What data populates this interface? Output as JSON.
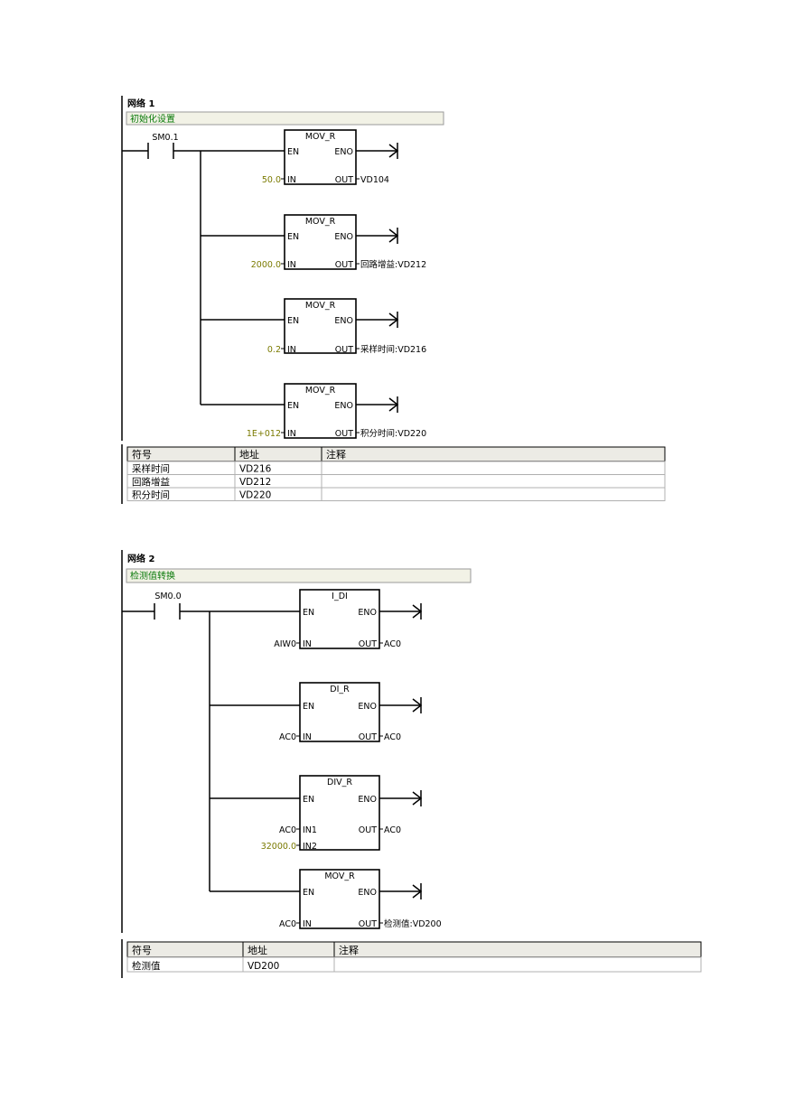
{
  "networks": [
    {
      "title": "网络 1",
      "comment": "初始化设置",
      "contact": "SM0.1",
      "blocks": [
        {
          "name": "MOV_R",
          "en": "EN",
          "eno": "ENO",
          "in_pins": [
            "IN"
          ],
          "out_pin": "OUT",
          "inputs": [
            "50.0"
          ],
          "output": "VD104"
        },
        {
          "name": "MOV_R",
          "en": "EN",
          "eno": "ENO",
          "in_pins": [
            "IN"
          ],
          "out_pin": "OUT",
          "inputs": [
            "2000.0"
          ],
          "output": "回路增益:VD212"
        },
        {
          "name": "MOV_R",
          "en": "EN",
          "eno": "ENO",
          "in_pins": [
            "IN"
          ],
          "out_pin": "OUT",
          "inputs": [
            "0.2"
          ],
          "output": "采样时间:VD216"
        },
        {
          "name": "MOV_R",
          "en": "EN",
          "eno": "ENO",
          "in_pins": [
            "IN"
          ],
          "out_pin": "OUT",
          "inputs": [
            "1E+012"
          ],
          "output": "积分时间:VD220"
        }
      ],
      "symbols": {
        "headers": [
          "符号",
          "地址",
          "注释"
        ],
        "rows": [
          [
            "采样时间",
            "VD216",
            ""
          ],
          [
            "回路增益",
            "VD212",
            ""
          ],
          [
            "积分时间",
            "VD220",
            ""
          ]
        ]
      }
    },
    {
      "title": "网络 2",
      "comment": "检测值转换",
      "contact": "SM0.0",
      "blocks": [
        {
          "name": "I_DI",
          "en": "EN",
          "eno": "ENO",
          "in_pins": [
            "IN"
          ],
          "out_pin": "OUT",
          "inputs": [
            "AIW0"
          ],
          "output": "AC0"
        },
        {
          "name": "DI_R",
          "en": "EN",
          "eno": "ENO",
          "in_pins": [
            "IN"
          ],
          "out_pin": "OUT",
          "inputs": [
            "AC0"
          ],
          "output": "AC0"
        },
        {
          "name": "DIV_R",
          "en": "EN",
          "eno": "ENO",
          "in_pins": [
            "IN1",
            "IN2"
          ],
          "out_pin": "OUT",
          "inputs": [
            "AC0",
            "32000.0"
          ],
          "output": "AC0"
        },
        {
          "name": "MOV_R",
          "en": "EN",
          "eno": "ENO",
          "in_pins": [
            "IN"
          ],
          "out_pin": "OUT",
          "inputs": [
            "AC0"
          ],
          "output": "检测值:VD200"
        }
      ],
      "symbols": {
        "headers": [
          "符号",
          "地址",
          "注释"
        ],
        "rows": [
          [
            "检测值",
            "VD200",
            ""
          ]
        ]
      }
    }
  ]
}
